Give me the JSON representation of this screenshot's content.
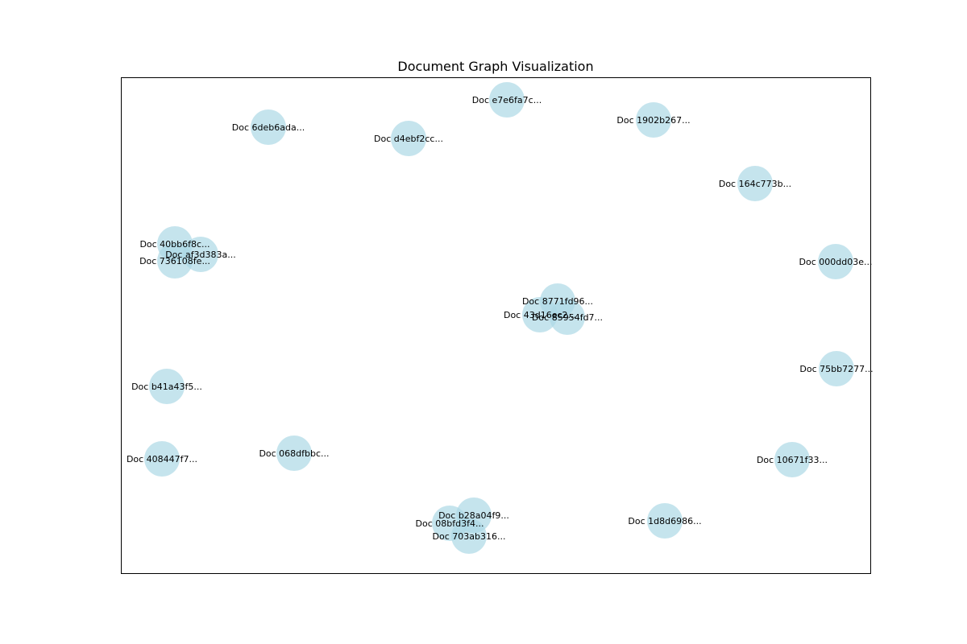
{
  "title": "Document Graph Visualization",
  "colors": {
    "node_fill": "#add8e6",
    "frame": "#000000",
    "background": "#ffffff"
  },
  "nodes": [
    {
      "id": "e7e6fa7c",
      "label": "Doc e7e6fa7c..."
    },
    {
      "id": "6deb6ada",
      "label": "Doc 6deb6ada..."
    },
    {
      "id": "d4ebf2cc",
      "label": "Doc d4ebf2cc..."
    },
    {
      "id": "1902b267",
      "label": "Doc 1902b267..."
    },
    {
      "id": "164c773b",
      "label": "Doc 164c773b..."
    },
    {
      "id": "40bb6f8c",
      "label": "Doc 40bb6f8c..."
    },
    {
      "id": "af3d383a",
      "label": "Doc af3d383a..."
    },
    {
      "id": "736108fe",
      "label": "Doc 736108fe..."
    },
    {
      "id": "000dd03e",
      "label": "Doc 000dd03e..."
    },
    {
      "id": "8771fd96",
      "label": "Doc 8771fd96..."
    },
    {
      "id": "43d16ec2",
      "label": "Doc 43d16ec2..."
    },
    {
      "id": "85954fd7",
      "label": "Doc 85954fd7..."
    },
    {
      "id": "75bb7277",
      "label": "Doc 75bb7277..."
    },
    {
      "id": "b41a43f5",
      "label": "Doc b41a43f5..."
    },
    {
      "id": "408447f7",
      "label": "Doc 408447f7..."
    },
    {
      "id": "068dfbbc",
      "label": "Doc 068dfbbc..."
    },
    {
      "id": "10671f33",
      "label": "Doc 10671f33..."
    },
    {
      "id": "b28a04f9",
      "label": "Doc b28a04f9..."
    },
    {
      "id": "08bfd3f4",
      "label": "Doc 08bfd3f4..."
    },
    {
      "id": "703ab316",
      "label": "Doc 703ab316..."
    },
    {
      "id": "1d8d6986",
      "label": "Doc 1d8d6986..."
    }
  ]
}
